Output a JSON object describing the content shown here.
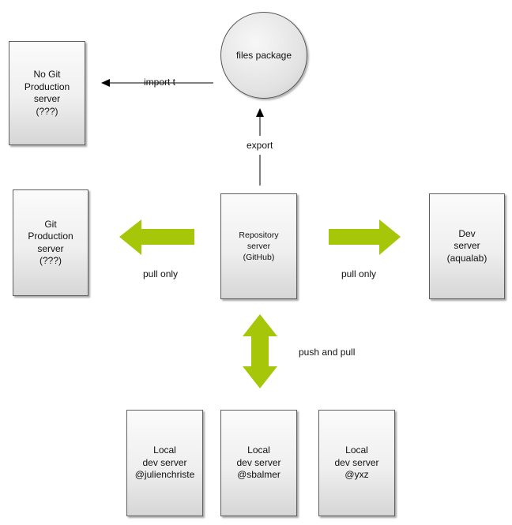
{
  "nodes": {
    "no_git_production": [
      "No Git",
      "Production",
      "server",
      "(???)"
    ],
    "files_package": [
      "files",
      "package"
    ],
    "git_production": [
      "Git",
      "Production",
      "server",
      "(???)"
    ],
    "repository": [
      "Repository",
      "server",
      "(GitHub)"
    ],
    "dev_server": [
      "Dev",
      "server",
      "(aqualab)"
    ],
    "local_1": [
      "Local",
      "dev server",
      "@julienchriste"
    ],
    "local_2": [
      "Local",
      "dev server",
      "@sbalmer"
    ],
    "local_3": [
      "Local",
      "dev server",
      "@yxz"
    ]
  },
  "edges": {
    "import_label": "import t",
    "export_label": "export",
    "pull_left_label": "pull only",
    "pull_right_label": "pull only",
    "push_pull_label": "push and pull"
  },
  "colors": {
    "arrow_green": "#a6c60a",
    "box_border": "#5f5f5f"
  }
}
